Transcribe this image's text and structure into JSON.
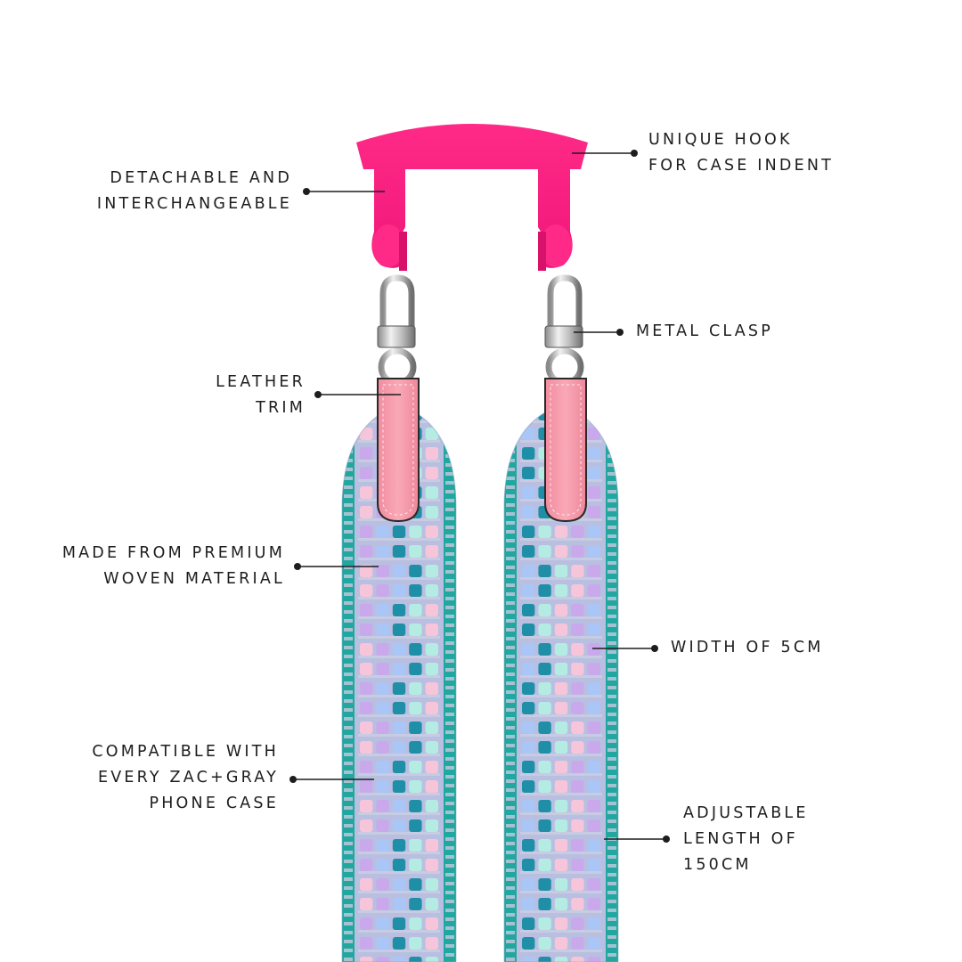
{
  "colors": {
    "hook": "#ff1f7f",
    "hook_shadow": "#d8126a",
    "leather": "#f7a0b0",
    "metal": "#c9c9c9",
    "strap_edge": "#22a7a0",
    "strap_base": "#b9bfe0",
    "weave": [
      "#f7c5da",
      "#c9a9ec",
      "#a9c6f7",
      "#1f8fa8",
      "#b4ece4"
    ],
    "text": "#1d1d1d",
    "leader": "#1d1d1d"
  },
  "labels": {
    "detachable": [
      "DETACHABLE AND",
      "INTERCHANGEABLE"
    ],
    "hook": [
      "UNIQUE HOOK",
      "FOR CASE INDENT"
    ],
    "clasp": [
      "METAL CLASP"
    ],
    "leather": [
      "LEATHER",
      "TRIM"
    ],
    "material": [
      "MADE FROM PREMIUM",
      "WOVEN MATERIAL"
    ],
    "width": [
      "WIDTH OF 5CM"
    ],
    "compatible": [
      "COMPATIBLE WITH",
      "EVERY ZAC+GRAY",
      "PHONE CASE"
    ],
    "length": [
      "ADJUSTABLE",
      "LENGTH OF",
      "150CM"
    ]
  },
  "icons": {
    "hook": "pink-hook-icon",
    "clasp": "metal-clasp-icon",
    "trim": "leather-trim-icon",
    "strap": "woven-strap-icon"
  }
}
